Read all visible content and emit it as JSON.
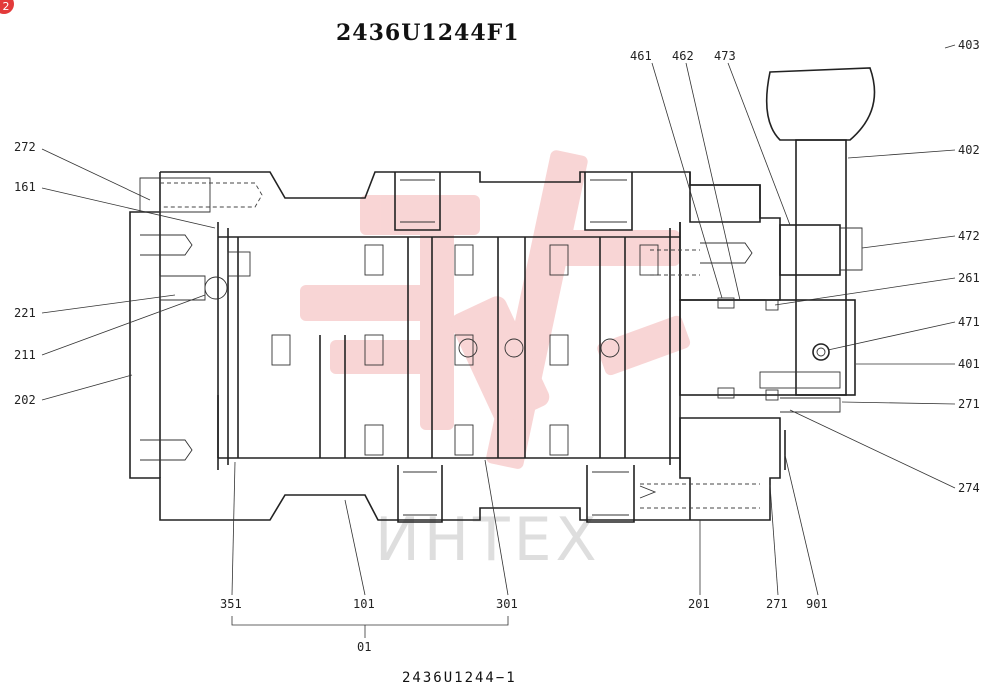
{
  "title": "2436U1244F1",
  "footer": "2436U1244−1",
  "badge": "2",
  "watermark": "ИНТЕХ",
  "callouts": {
    "c272a": "272",
    "c161": "161",
    "c221": "221",
    "c211": "211",
    "c202": "202",
    "c461": "461",
    "c462": "462",
    "c473": "473",
    "c403": "403",
    "c402": "402",
    "c472": "472",
    "c261": "261",
    "c471": "471",
    "c401": "401",
    "c271a": "271",
    "c274": "274",
    "c351": "351",
    "c101": "101",
    "c301": "301",
    "c01": "01",
    "c201": "201",
    "c271b": "271",
    "c901": "901"
  },
  "colors": {
    "line": "#222222",
    "watermark_red": "#f2a3a3"
  }
}
